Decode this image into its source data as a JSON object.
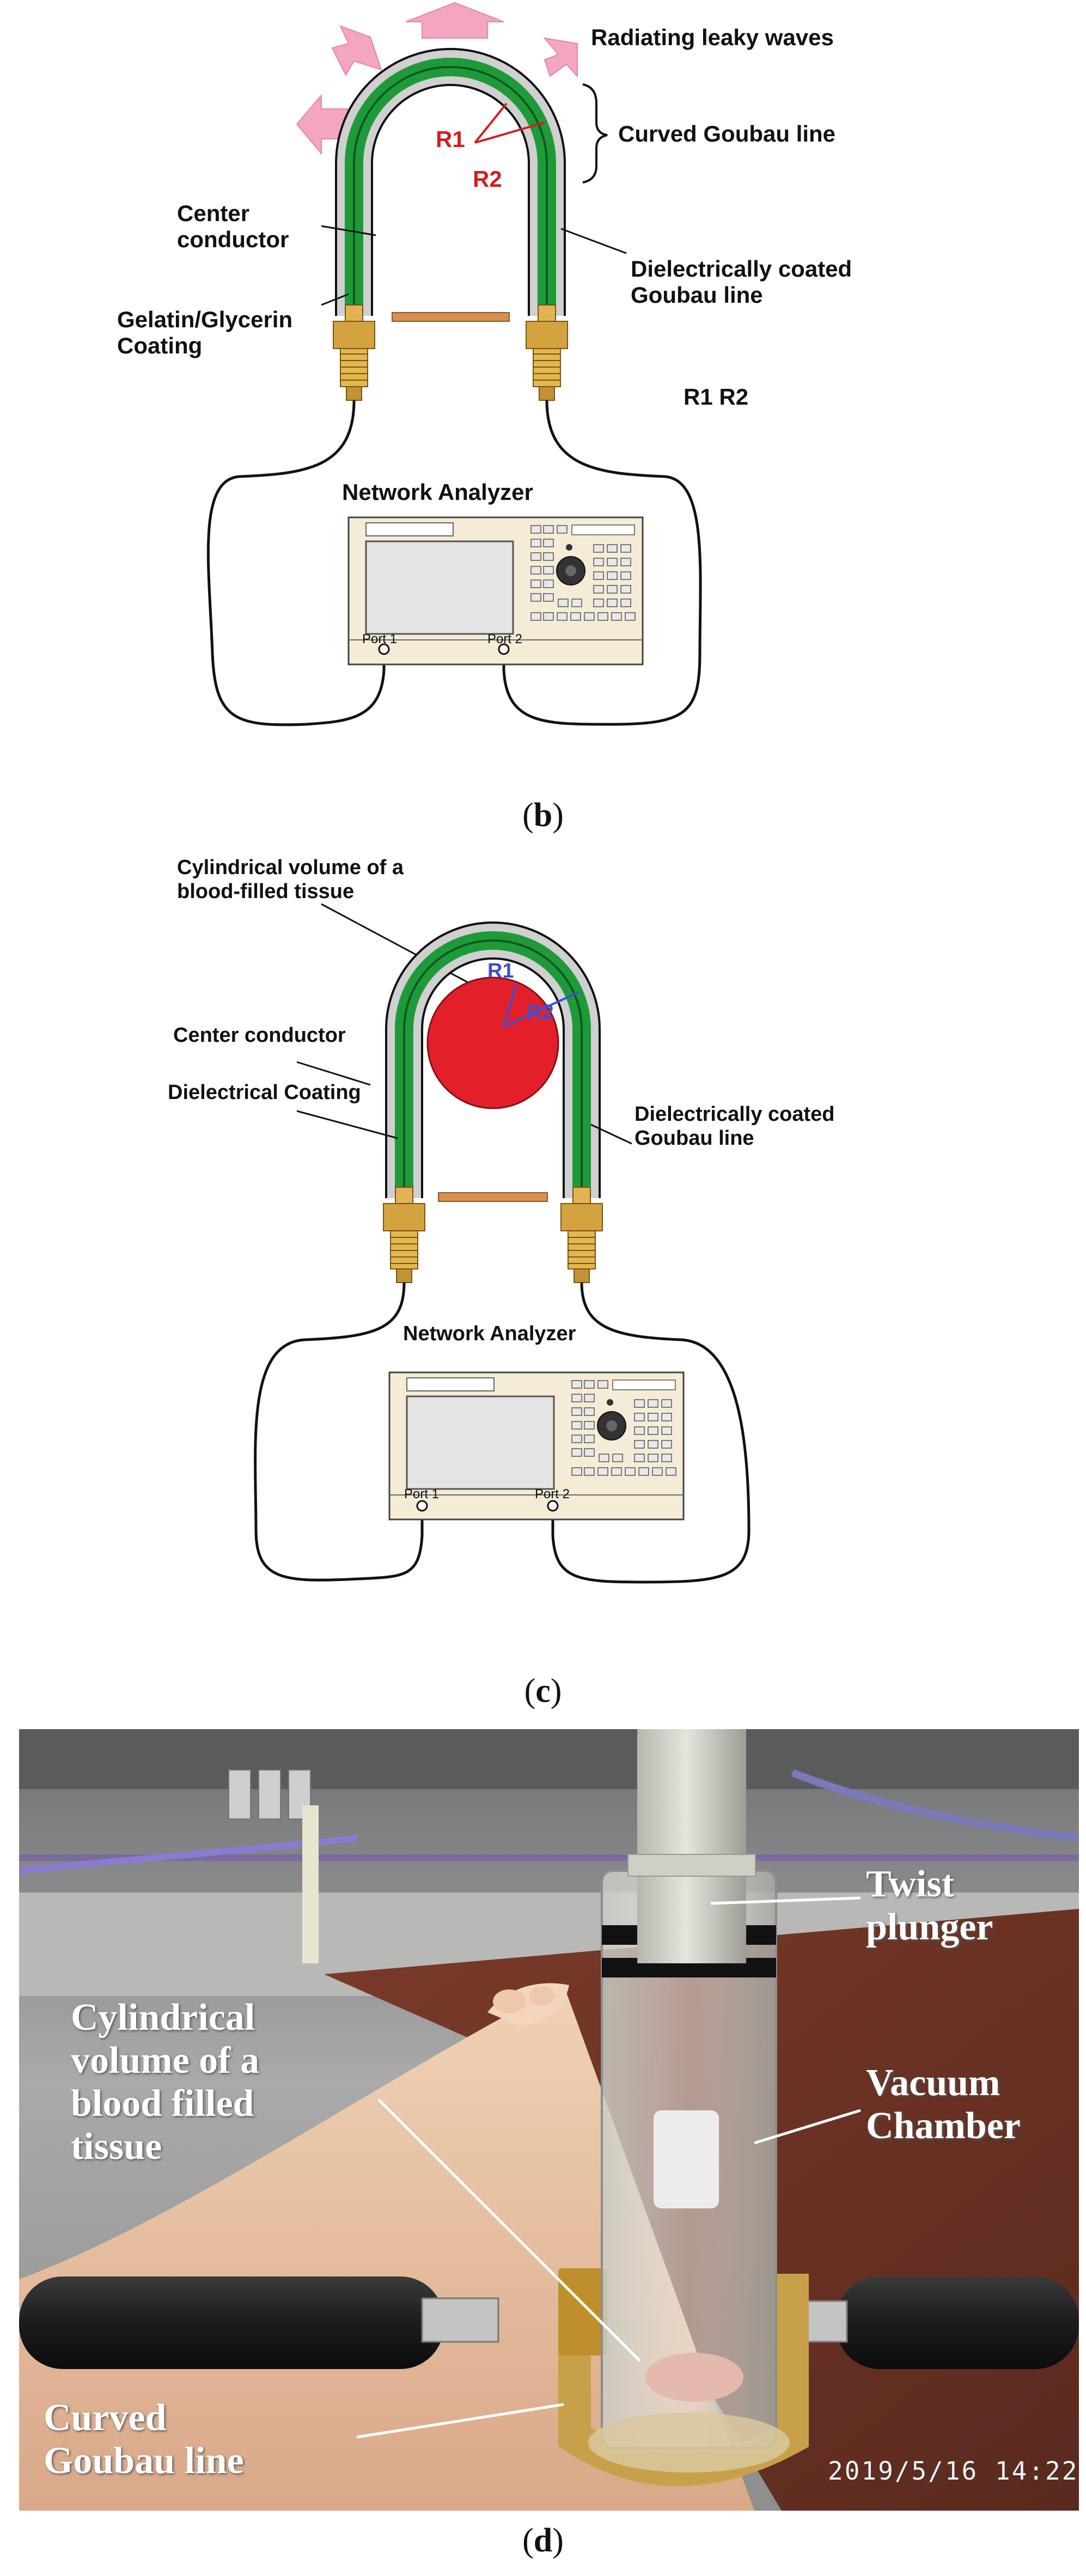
{
  "panel_b": {
    "caption_open": "(",
    "caption_letter": "b",
    "caption_close": ")",
    "labels": {
      "radiating": "Radiating leaky waves",
      "curved_line": "Curved Goubau line",
      "r1": "R1",
      "r2": "R2",
      "center_conductor": "Center\nconductor",
      "coated_line": "Dielectrically coated\nGoubau line",
      "coating": "Gelatin/Glycerin\nCoating",
      "r1r2": "R1 R2",
      "analyzer": "Network Analyzer",
      "port1": "Port 1",
      "port2": "Port 2"
    }
  },
  "panel_c": {
    "caption_open": "(",
    "caption_letter": "c",
    "caption_close": ")",
    "labels": {
      "tissue": "Cylindrical volume of a\nblood-filled tissue",
      "r1": "R1",
      "r2": "R2",
      "center_conductor": "Center conductor",
      "coating": "Dielectrical Coating",
      "coated_line": "Dielectrically coated\nGoubau line",
      "analyzer": "Network Analyzer",
      "port1": "Port 1",
      "port2": "Port 2"
    }
  },
  "panel_d": {
    "caption_open": "(",
    "caption_letter": "d",
    "caption_close": ")",
    "labels": {
      "plunger": "Twist\nplunger",
      "tissue": "Cylindrical\nvolume of a\nblood filled\ntissue",
      "chamber": "Vacuum\nChamber",
      "curved_line": "Curved\nGoubau line",
      "timestamp": "2019/5/16  14:22"
    }
  },
  "colors": {
    "conductor_green": "#1f9a3a",
    "coating_grey": "#bdbdbd",
    "connector_gold": "#c8962c",
    "wave_pink": "#f4a6c0",
    "tissue_red": "#e3202a",
    "radius_blue": "#3b4fd0",
    "radius_red": "#d21e1e"
  },
  "icons": {
    "wave_arrow": "arrow-icon",
    "brace": "brace-icon",
    "connector": "sma-connector-icon",
    "analyzer": "network-analyzer-icon"
  }
}
